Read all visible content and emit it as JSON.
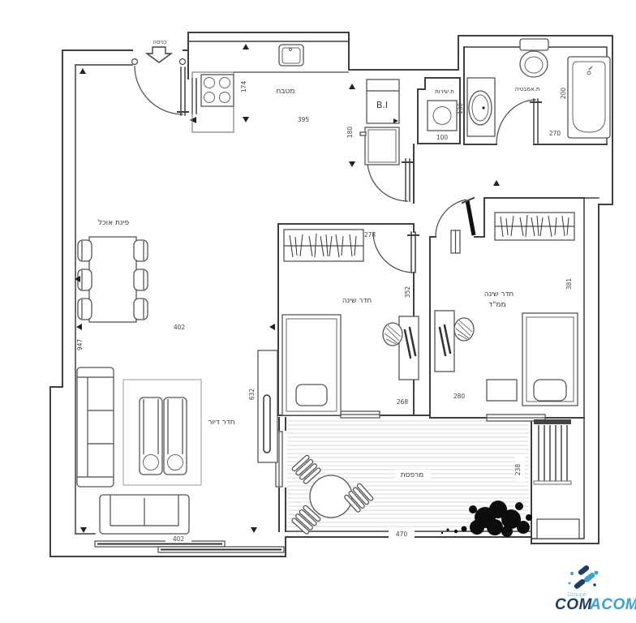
{
  "plan": {
    "labels": {
      "entrance": "כניסה",
      "kitchen": "מטבח",
      "builtin": "B.I",
      "wc": "ת.שירות",
      "bathroom": "ת.אמבטיה",
      "dining": "פינת אוכל",
      "bedroom1": "חדר שינה",
      "saferoom_l1": "חדר שינה",
      "saferoom_l2": "ממ\"ד",
      "living": "חדר דיור",
      "terrace": "מרפסת"
    },
    "dimensions": {
      "kitchen_counter": "174",
      "kitchen_length": "395",
      "hall_width": "180",
      "wc_width": "100",
      "wc_depth": "130",
      "bath_depth": "200",
      "bath_width": "270",
      "closet_width": "278",
      "bedroom1_depth": "352",
      "bedroom1_width": "268",
      "saferoom_width": "280",
      "saferoom_depth": "381",
      "dining_width": "402",
      "apartment_depth": "947",
      "living_depth": "632",
      "living_width": "402",
      "terrace_width": "470",
      "terrace_depth": "238"
    }
  },
  "logo": {
    "groupe": "Groupe",
    "com": "COM",
    "acom": "ACOM"
  },
  "colors": {
    "line": "#3f3f3f",
    "logo_navy": "#1d3d63",
    "logo_blue": "#3aa0d6",
    "logo_light": "#8fc0e0"
  }
}
